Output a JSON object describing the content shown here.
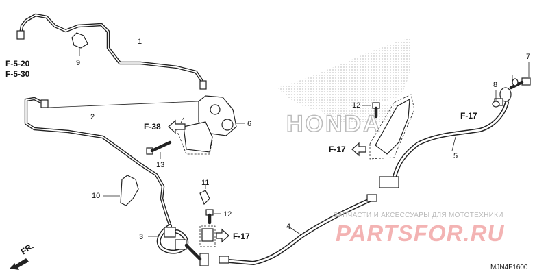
{
  "callouts": {
    "c1": "1",
    "c2": "2",
    "c3": "3",
    "c4": "4",
    "c5": "5",
    "c6": "6",
    "c7": "7",
    "c8": "8",
    "c9": "9",
    "c10": "10",
    "c11": "11",
    "c12a": "12",
    "c12b": "12",
    "c13": "13"
  },
  "refs": {
    "f520": "F-5-20",
    "f530": "F-5-30",
    "f38": "F-38",
    "f17_left": "F-17",
    "f17_right": "F-17",
    "f17_bottom": "F-17",
    "fr": "FR."
  },
  "logo_text": "HONDA",
  "watermark": {
    "caption": "ЗАПЧАСТИ И АКСЕССУАРЫ ДЛЯ МОТОТЕХНИКИ",
    "logo": "PARTSFOR.RU"
  },
  "diagram_code": "MJN4F1600",
  "colors": {
    "line": "#222222",
    "honda_dots": "#c8c8c8",
    "watermark_logo": "#ef9a9a",
    "watermark_text": "#b9b9b9"
  }
}
